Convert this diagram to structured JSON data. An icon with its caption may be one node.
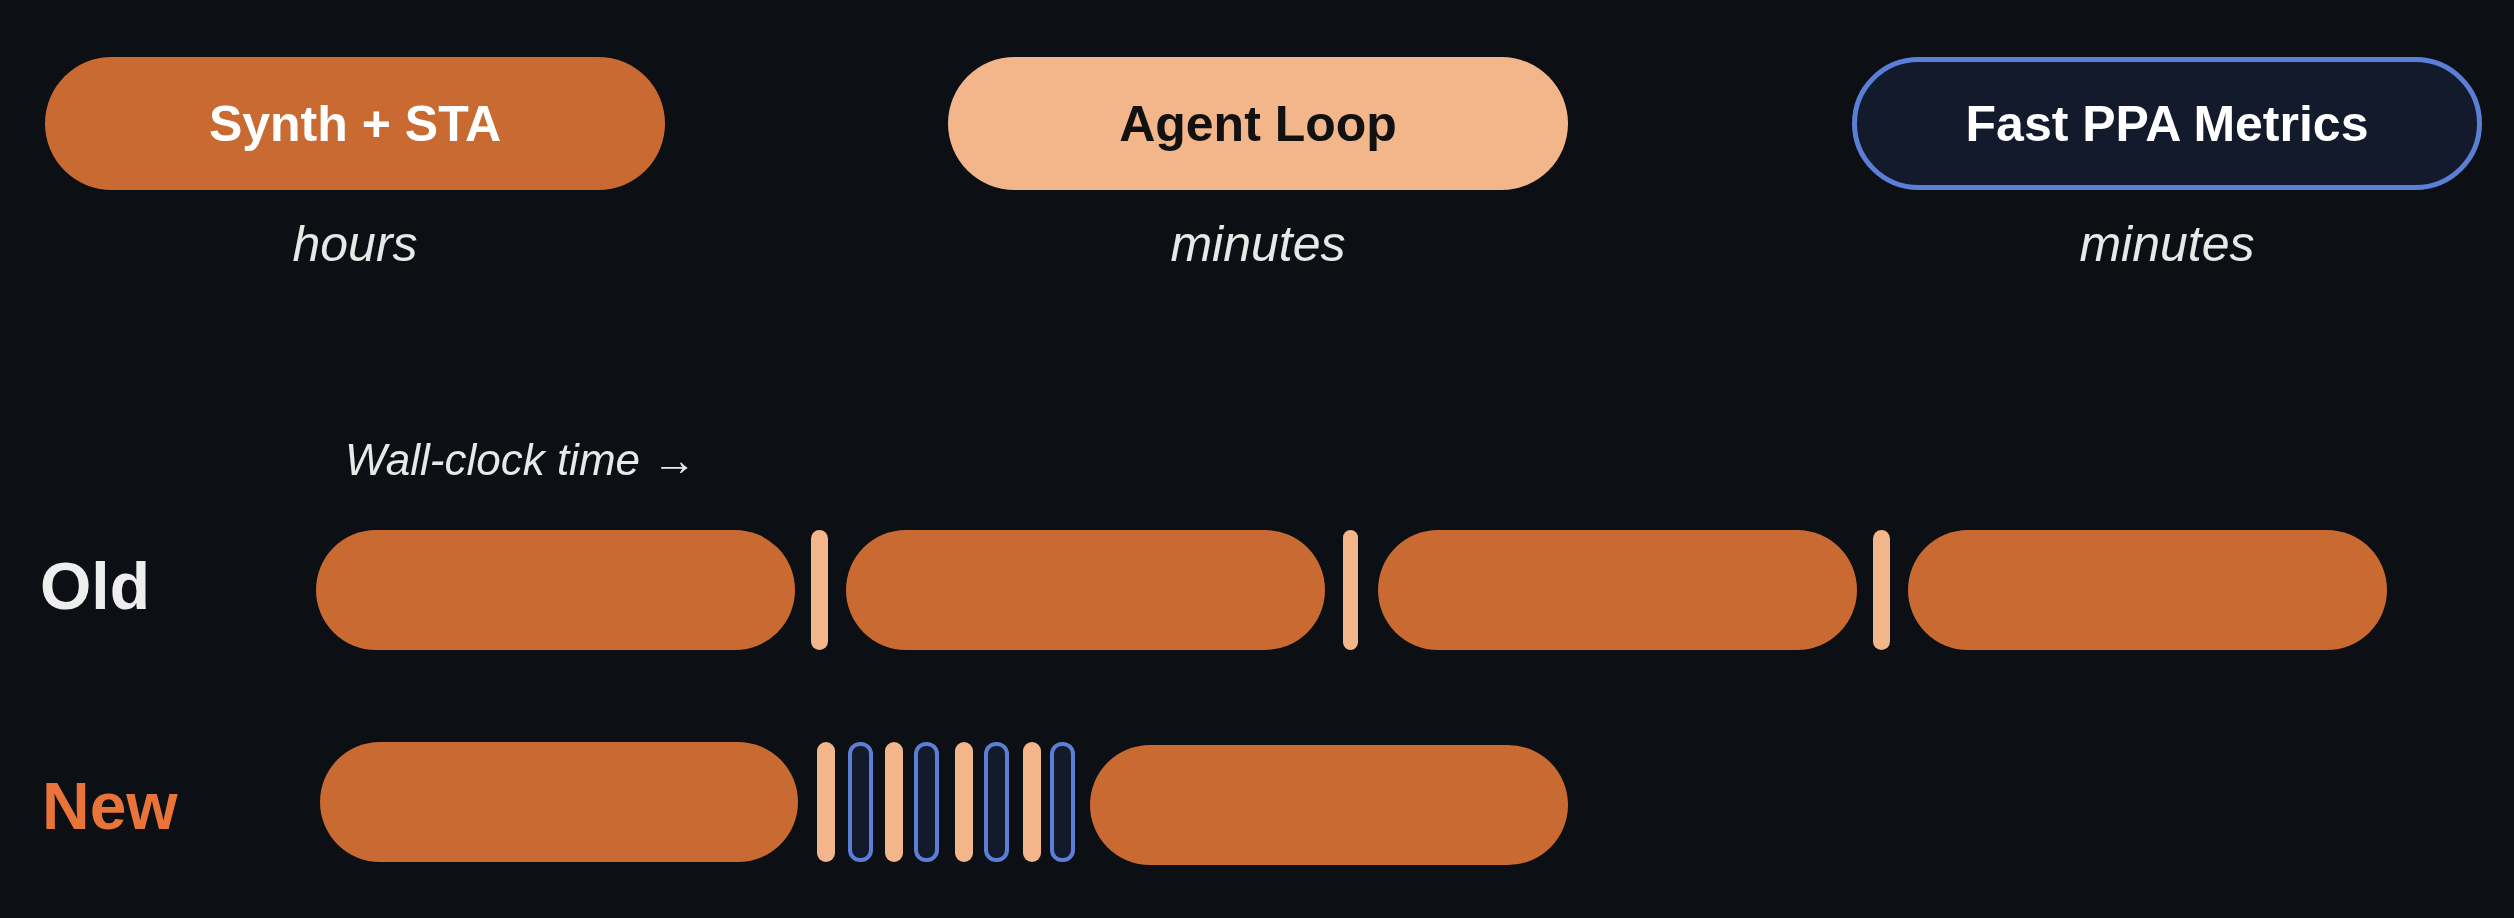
{
  "diagram": {
    "nodes": [
      {
        "text": [
          "Synth + STA"
        ],
        "beside": [
          "hours"
        ]
      },
      {
        "text": [
          "Agent Loop"
        ],
        "beside": [
          "minutes"
        ]
      },
      {
        "text": [
          "Fast PPA Metrics"
        ],
        "beside": [
          "minutes"
        ]
      },
      {
        "text": [],
        "shape": "bar"
      },
      {
        "text": [],
        "shape": "bar"
      },
      {
        "text": [],
        "shape": "bar"
      },
      {
        "text": [],
        "shape": "bar"
      },
      {
        "text": [],
        "shape": "bar"
      },
      {
        "text": [],
        "shape": "bar"
      },
      {
        "text": [],
        "shape": "bar"
      },
      {
        "text": [],
        "shape": "bar"
      },
      {
        "text": [],
        "shape": "bar"
      },
      {
        "text": [],
        "shape": "bar"
      },
      {
        "text": [],
        "shape": "bar"
      },
      {
        "text": [],
        "shape": "bar"
      },
      {
        "text": [],
        "shape": "bar"
      },
      {
        "text": [],
        "shape": "bar"
      },
      {
        "text": [],
        "shape": "bar"
      },
      {
        "text": [],
        "shape": "bar"
      },
      {
        "text": [],
        "shape": "bar"
      }
    ],
    "edges": [],
    "labels": [
      "Wall-clock time →",
      "Old",
      "New"
    ]
  }
}
